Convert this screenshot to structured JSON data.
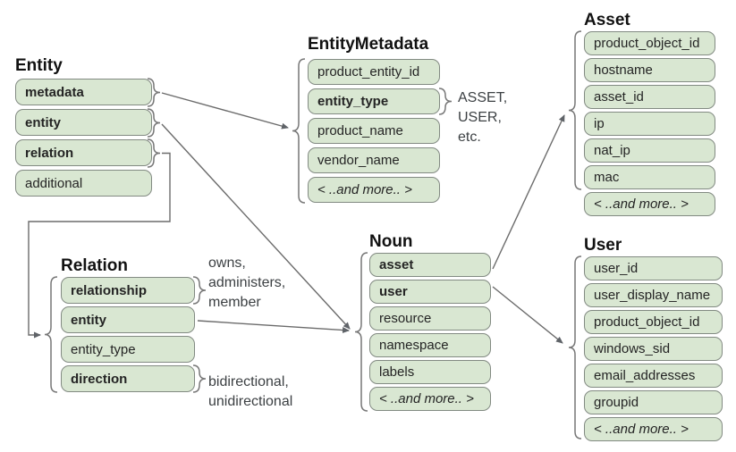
{
  "tables": {
    "entity": {
      "title": "Entity",
      "fields": [
        {
          "label": "metadata",
          "bold": true
        },
        {
          "label": "entity",
          "bold": true
        },
        {
          "label": "relation",
          "bold": true
        },
        {
          "label": "additional",
          "bold": false
        }
      ]
    },
    "entity_metadata": {
      "title": "EntityMetadata",
      "fields": [
        {
          "label": "product_entity_id",
          "bold": false
        },
        {
          "label": "entity_type",
          "bold": true
        },
        {
          "label": "product_name",
          "bold": false
        },
        {
          "label": "vendor_name",
          "bold": false
        },
        {
          "label": "< ..and more.. >",
          "italic": true
        }
      ]
    },
    "asset": {
      "title": "Asset",
      "fields": [
        {
          "label": "product_object_id",
          "bold": false
        },
        {
          "label": "hostname",
          "bold": false
        },
        {
          "label": "asset_id",
          "bold": false
        },
        {
          "label": "ip",
          "bold": false
        },
        {
          "label": "nat_ip",
          "bold": false
        },
        {
          "label": "mac",
          "bold": false
        },
        {
          "label": "< ..and more.. >",
          "italic": true
        }
      ]
    },
    "user": {
      "title": "User",
      "fields": [
        {
          "label": "user_id",
          "bold": false
        },
        {
          "label": "user_display_name",
          "bold": false
        },
        {
          "label": "product_object_id",
          "bold": false
        },
        {
          "label": "windows_sid",
          "bold": false
        },
        {
          "label": "email_addresses",
          "bold": false
        },
        {
          "label": "groupid",
          "bold": false
        },
        {
          "label": "< ..and more.. >",
          "italic": true
        }
      ]
    },
    "noun": {
      "title": "Noun",
      "fields": [
        {
          "label": "asset",
          "bold": true
        },
        {
          "label": "user",
          "bold": true
        },
        {
          "label": "resource",
          "bold": false
        },
        {
          "label": "namespace",
          "bold": false
        },
        {
          "label": "labels",
          "bold": false
        },
        {
          "label": "< ..and more.. >",
          "italic": true
        }
      ]
    },
    "relation": {
      "title": "Relation",
      "fields": [
        {
          "label": "relationship",
          "bold": true
        },
        {
          "label": "entity",
          "bold": true
        },
        {
          "label": "entity_type",
          "bold": false
        },
        {
          "label": "direction",
          "bold": true
        }
      ]
    }
  },
  "annotations": {
    "entity_type_values": {
      "text": "ASSET,\nUSER,\netc."
    },
    "relationship_values": {
      "text": "owns,\nadministers,\nmember"
    },
    "direction_values": {
      "text": "bidirectional,\nunidirectional"
    }
  },
  "colors": {
    "field_fill": "#d9e7d2",
    "field_border": "#828a82",
    "connector": "#666666",
    "title_text": "#111111",
    "annotation_text": "#3c4043"
  }
}
